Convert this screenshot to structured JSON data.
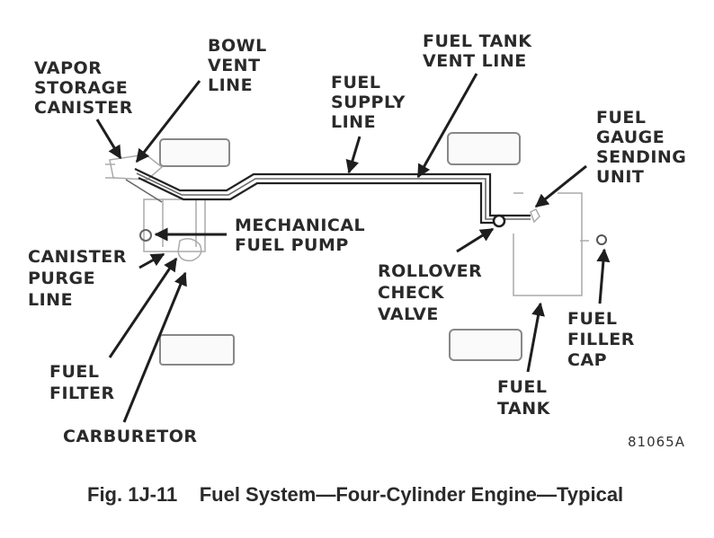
{
  "labels": {
    "vapor_storage_canister": [
      "VAPOR",
      "STORAGE",
      "CANISTER"
    ],
    "bowl_vent_line": [
      "BOWL",
      "VENT",
      "LINE"
    ],
    "fuel_supply_line": [
      "FUEL",
      "SUPPLY",
      "LINE"
    ],
    "fuel_tank_vent_line": [
      "FUEL TANK",
      "VENT LINE"
    ],
    "fuel_gauge_sending_unit": [
      "FUEL",
      "GAUGE",
      "SENDING",
      "UNIT"
    ],
    "mechanical_fuel_pump": [
      "MECHANICAL",
      "FUEL PUMP"
    ],
    "canister_purge_line": [
      "CANISTER",
      "PURGE",
      "LINE"
    ],
    "rollover_check_valve": [
      "ROLLOVER",
      "CHECK",
      "VALVE"
    ],
    "fuel_filler_cap": [
      "FUEL",
      "FILLER",
      "CAP"
    ],
    "fuel_filter": [
      "FUEL",
      "FILTER"
    ],
    "fuel_tank": [
      "FUEL",
      "TANK"
    ],
    "carburetor": [
      "CARBURETOR"
    ]
  },
  "figure_code": "81065A",
  "caption": "Fig. 1J-11    Fuel System—Four-Cylinder Engine—Typical",
  "colors": {
    "ink": "#2a2a2a",
    "background": "#ffffff"
  }
}
